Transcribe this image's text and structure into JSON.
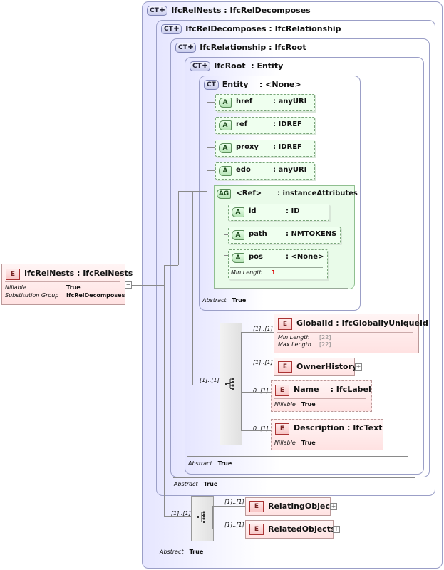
{
  "root_element": {
    "name": "IfcRelNests",
    "type": ": IfcRelNests",
    "icon": "E",
    "props": [
      {
        "label": "Nillable",
        "value": "True"
      },
      {
        "label": "Substitution Group",
        "value": "IfcRelDecomposes"
      }
    ]
  },
  "complex_types": [
    {
      "badge": "CT",
      "name": "IfcRelNests",
      "base": ": IfcRelDecomposes"
    },
    {
      "badge": "CT",
      "name": "IfcRelDecomposes",
      "base": ": IfcRelationship"
    },
    {
      "badge": "CT",
      "name": "IfcRelationship",
      "base": ": IfcRoot"
    },
    {
      "badge": "CT",
      "name": "IfcRoot",
      "base": ": Entity"
    },
    {
      "badge": "CT",
      "name": "Entity",
      "base": ": <None>"
    }
  ],
  "entity_attributes": [
    {
      "icon": "A",
      "name": "href",
      "type": ": anyURI"
    },
    {
      "icon": "A",
      "name": "ref",
      "type": ": IDREF"
    },
    {
      "icon": "A",
      "name": "proxy",
      "type": ": IDREF"
    },
    {
      "icon": "A",
      "name": "edo",
      "type": ": anyURI"
    }
  ],
  "attribute_group": {
    "icon": "AG",
    "name": "<Ref>",
    "type": ": instanceAttributes",
    "attributes": [
      {
        "icon": "A",
        "name": "id",
        "type": ": ID"
      },
      {
        "icon": "A",
        "name": "path",
        "type": ": NMTOKENS"
      },
      {
        "icon": "A",
        "name": "pos",
        "type": ": <None>",
        "prop_label": "Min Length",
        "prop_value": "1"
      }
    ]
  },
  "abstract": {
    "label": "Abstract",
    "value": "True"
  },
  "ifcroot_elements": [
    {
      "icon": "E",
      "name": "GlobalId",
      "type": ": IfcGloballyUniqueId",
      "card": "[1]..[1]",
      "props": [
        {
          "label": "Min Length",
          "value": "[22]"
        },
        {
          "label": "Max Length",
          "value": "[22]"
        }
      ]
    },
    {
      "icon": "E",
      "name": "OwnerHistory",
      "type": "",
      "card": "[1]..[1]",
      "props": []
    },
    {
      "icon": "E",
      "name": "Name",
      "type": ": IfcLabel",
      "card": "0..[1]",
      "props": [
        {
          "label": "Nillable",
          "value": "True"
        }
      ]
    },
    {
      "icon": "E",
      "name": "Description",
      "type": ": IfcText",
      "card": "0..[1]",
      "props": [
        {
          "label": "Nillable",
          "value": "True"
        }
      ]
    }
  ],
  "ifcroot_seq_card": "[1]..[1]",
  "relnests_seq_card": "[1]..[1]",
  "relnests_elements": [
    {
      "icon": "E",
      "name": "RelatingObject",
      "card": "[1]..[1]"
    },
    {
      "icon": "E",
      "name": "RelatedObjects",
      "card": "[1]..[1]"
    }
  ],
  "icons": {
    "expander": "+",
    "collapse": "−",
    "sequence": "sequence-icon"
  }
}
